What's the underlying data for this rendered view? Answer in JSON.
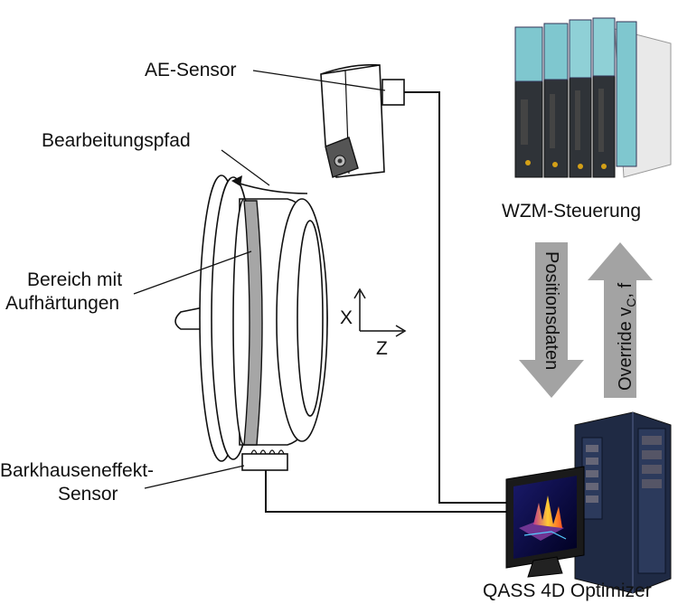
{
  "labels": {
    "ae_sensor": "AE-Sensor",
    "path": "Bearbeitungspfad",
    "region_line1": "Bereich mit",
    "region_line2": "Aufhärtungen",
    "axis_x": "X",
    "axis_z": "Z",
    "barkhausen_line1": "Barkhauseneffekt-",
    "barkhausen_line2": "Sensor",
    "controller": "WZM-Steuerung",
    "optimizer": "QASS 4D Optimizer"
  },
  "arrows": {
    "down_label": "Positionsdaten",
    "up_label_main": "Override v",
    "up_label_sub": "C",
    "up_label_tail": ", f"
  },
  "colors": {
    "arrow_fill": "#a3a3a3",
    "hardened_band": "#a6a6a6",
    "line": "#111111",
    "module_cyan": "#7fc7cf",
    "module_dark": "#2f3338",
    "optimizer_body": "#1f2a44"
  }
}
